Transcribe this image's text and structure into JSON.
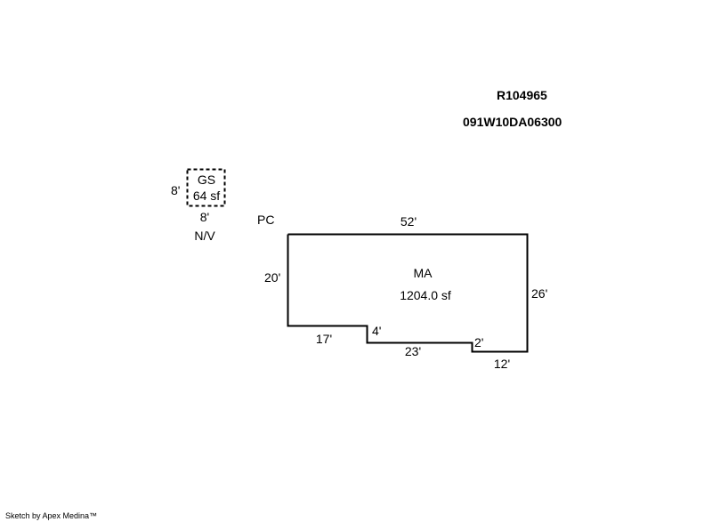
{
  "parcel": {
    "account_id": "R104965",
    "map_tax_lot": "091W10DA06300"
  },
  "shed": {
    "code": "GS",
    "area": "64 sf",
    "side_dim": "8'",
    "bottom_dim": "8'",
    "note": "N/V"
  },
  "main": {
    "code": "MA",
    "area": "1204.0 sf",
    "corner_label": "PC",
    "dims": {
      "top": "52'",
      "left": "20'",
      "right": "26'",
      "bottom_left": "17'",
      "step_up": "4'",
      "bottom_middle": "23'",
      "step_down": "2'",
      "bottom_right": "12'"
    }
  },
  "footer": {
    "credit": "Sketch by Apex Medina™"
  },
  "colors": {
    "line": "#000000",
    "background": "#ffffff"
  }
}
